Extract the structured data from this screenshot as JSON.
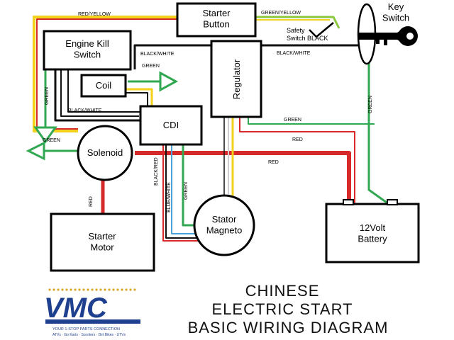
{
  "components": {
    "starter_button": "Starter\nButton",
    "engine_kill_switch": "Engine Kill\nSwitch",
    "coil": "Coil",
    "cdi": "CDI",
    "regulator": "Regulator",
    "solenoid": "Solenoid",
    "stator_magneto": "Stator\nMagneto",
    "starter_motor": "Starter\nMotor",
    "battery": "12Volt\nBattery",
    "key_switch": "Key\nSwitch",
    "safety_switch": "Safety\nSwitch BLACK"
  },
  "wire_labels": {
    "red_yellow": "RED/YELLOW",
    "green_yellow": "GREEN/YELLOW",
    "black_white_top": "BLACK/WHITE",
    "black_white_right": "BLACK/WHITE",
    "black_white_lower": "BLACK/WHITE",
    "green_coil": "GREEN",
    "green_left_vertical": "GREEN",
    "green_ground_left": "GREEN",
    "green_regulator": "GREEN",
    "green_key": "GREEN",
    "green_cdi": "GREEN",
    "red_upper": "RED",
    "red_lower": "RED",
    "red_motor": "RED",
    "black_red": "BLACK/RED",
    "blue_white": "BLUE/WHITE"
  },
  "title": {
    "line1": "CHINESE",
    "line2": "ELECTRIC START",
    "line3": "BASIC WIRING DIAGRAM"
  },
  "logo": {
    "text": "VMC",
    "tagline": "YOUR 1-STOP PARTS CONNECTION",
    "subline": "ATVs · Go Karts · Scooters · Dirt Bikes · UTVs"
  },
  "colors": {
    "wire_red": "#d62a2a",
    "wire_yellow": "#f2d21a",
    "wire_green": "#33a852",
    "wire_black": "#111111",
    "wire_blue": "#4aa3d8",
    "logo_blue": "#1f3f8f",
    "logo_gold": "#d8a62b"
  }
}
